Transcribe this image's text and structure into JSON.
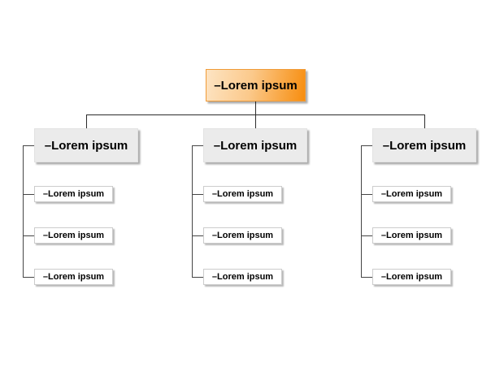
{
  "diagram": {
    "type": "org-chart",
    "root": {
      "label": "–Lorem ipsum"
    },
    "branches": [
      {
        "label": "–Lorem ipsum",
        "children": [
          "–Lorem ipsum",
          "–Lorem ipsum",
          "–Lorem ipsum"
        ]
      },
      {
        "label": "–Lorem ipsum",
        "children": [
          "–Lorem ipsum",
          "–Lorem ipsum",
          "–Lorem ipsum"
        ]
      },
      {
        "label": "–Lorem ipsum",
        "children": [
          "–Lorem ipsum",
          "–Lorem ipsum",
          "–Lorem ipsum"
        ]
      }
    ],
    "colors": {
      "background": "#ffffff",
      "root_gradient_start": "#fde4c3",
      "root_gradient_end": "#f78d0e",
      "root_border": "#f09b38",
      "branch_fill": "#ebebeb",
      "branch_border": "#e2e2e2",
      "child_fill": "#ffffff",
      "child_border": "#cccccc",
      "connector": "#2b2b2b",
      "text": "#000000"
    }
  }
}
